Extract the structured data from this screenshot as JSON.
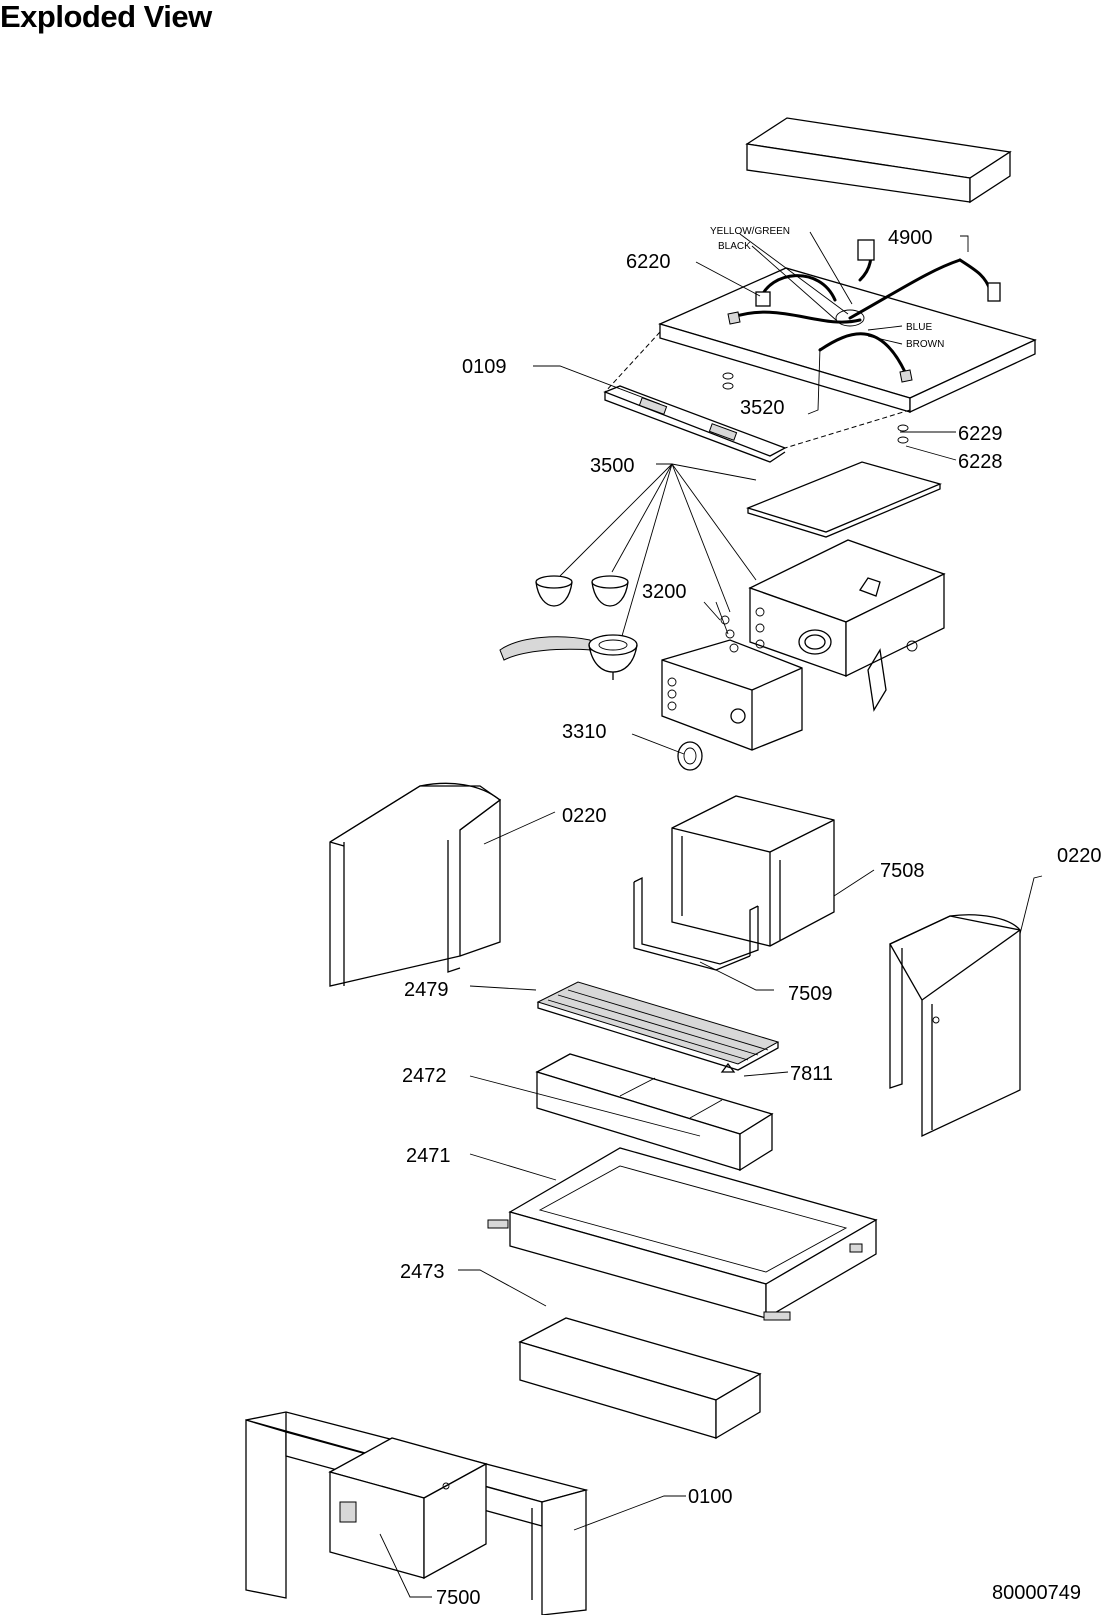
{
  "title": "Exploded View",
  "drawing_number": "80000749",
  "wire_labels": {
    "yellow_green": "YELLOW/GREEN",
    "black": "BLACK",
    "blue": "BLUE",
    "brown": "BROWN"
  },
  "part_labels": {
    "p4900": "4900",
    "p6220": "6220",
    "p0109": "0109",
    "p3520": "3520",
    "p6229": "6229",
    "p6228": "6228",
    "p3500": "3500",
    "p3200": "3200",
    "p3310": "3310",
    "p0220_left": "0220",
    "p0220_right": "0220",
    "p7508": "7508",
    "p7509": "7509",
    "p2479": "2479",
    "p7811": "7811",
    "p2472": "2472",
    "p2471": "2471",
    "p2473": "2473",
    "p0100": "0100",
    "p7500": "7500"
  }
}
